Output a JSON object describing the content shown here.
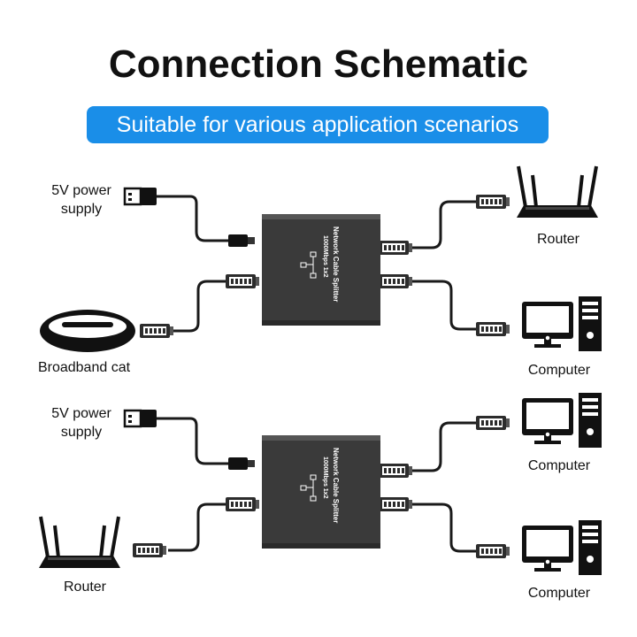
{
  "header": {
    "title": "Connection Schematic",
    "subtitle": "Suitable for various application scenarios"
  },
  "device": {
    "name": "Network Cable Splitter",
    "spec": "1000Mbps 1x2",
    "body_color": "#3a3a3a"
  },
  "scenario_top": {
    "power_label_line1": "5V power",
    "power_label_line2": "supply",
    "input_device_label": "Broadband cat",
    "output_1_label": "Router",
    "output_2_label": "Computer"
  },
  "scenario_bottom": {
    "power_label_line1": "5V power",
    "power_label_line2": "supply",
    "input_device_label": "Router",
    "output_1_label": "Computer",
    "output_2_label": "Computer"
  },
  "colors": {
    "accent": "#1a8ee8",
    "cable": "#1a1a1a",
    "connector": "#2c2c2c"
  },
  "icons": [
    "usb-plug-icon",
    "dc-plug-icon",
    "rj45-plug-icon",
    "router-icon",
    "modem-icon",
    "computer-icon"
  ]
}
